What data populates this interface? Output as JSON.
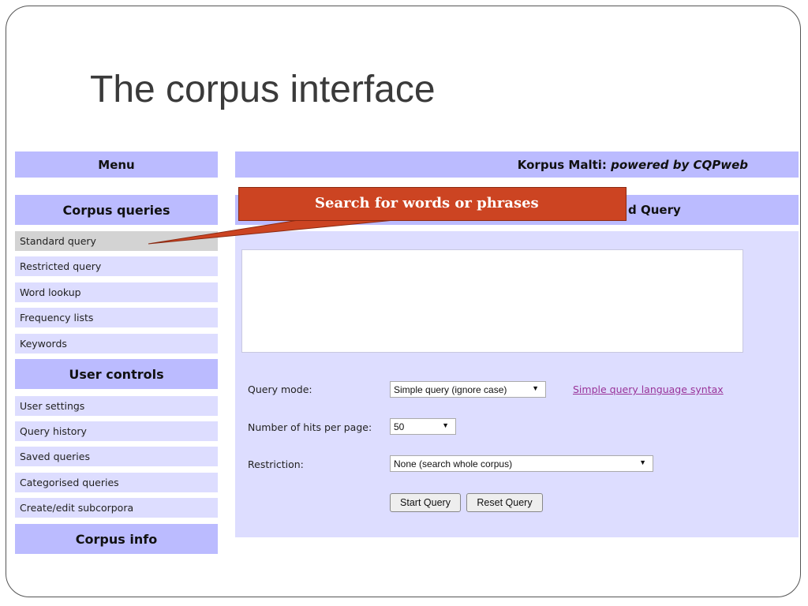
{
  "slide": {
    "title": "The corpus interface"
  },
  "sidebar": {
    "menu_header": "Menu",
    "corpus_queries_header": "Corpus queries",
    "corpus_queries": [
      {
        "label": "Standard query"
      },
      {
        "label": "Restricted query"
      },
      {
        "label": "Word lookup"
      },
      {
        "label": "Frequency lists"
      },
      {
        "label": "Keywords"
      }
    ],
    "user_controls_header": "User controls",
    "user_controls": [
      {
        "label": "User settings"
      },
      {
        "label": "Query history"
      },
      {
        "label": "Saved queries"
      },
      {
        "label": "Categorised queries"
      },
      {
        "label": "Create/edit subcorpora"
      }
    ],
    "corpus_info_header": "Corpus info"
  },
  "main": {
    "header_prefix": "Korpus Malti: ",
    "header_emph": "powered by CQPweb",
    "section_title": "d Query",
    "query_text": "",
    "query_mode_label": "Query mode:",
    "query_mode_value": "Simple query (ignore case)",
    "syntax_link": "Simple query language syntax",
    "hits_label": "Number of hits per page:",
    "hits_value": "50",
    "restriction_label": "Restriction:",
    "restriction_value": "None (search whole corpus)",
    "start_button": "Start Query",
    "reset_button": "Reset Query"
  },
  "callout": {
    "text": "Search for words or phrases"
  },
  "colors": {
    "header_bg": "#bbbbff",
    "panel_bg": "#ddddff",
    "active_item_bg": "#d3d3d3",
    "callout_bg": "#cc4422",
    "link": "#993399"
  }
}
